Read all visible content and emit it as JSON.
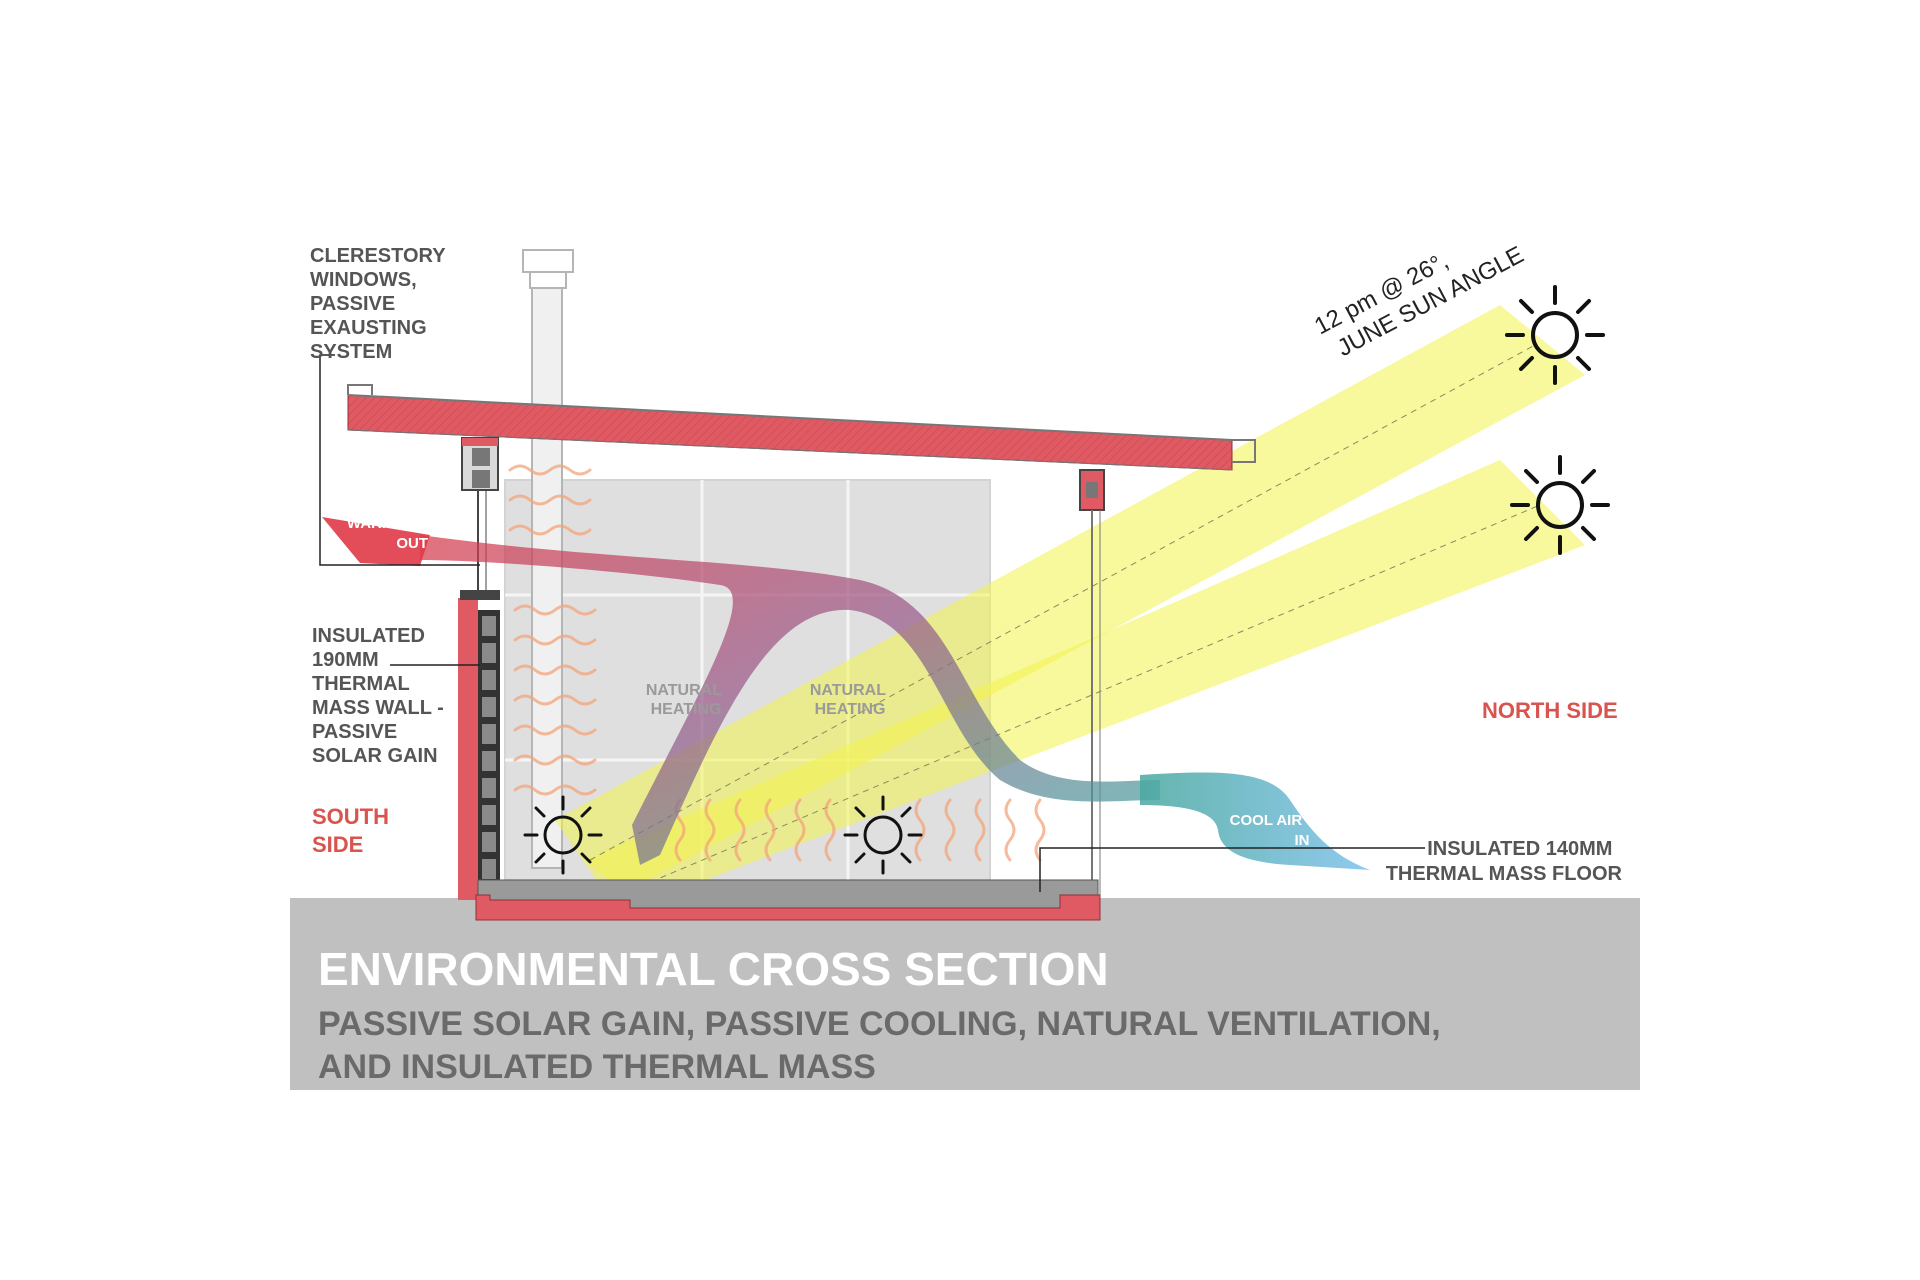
{
  "title": "ENVIRONMENTAL CROSS SECTION",
  "subtitle_line1": "PASSIVE  SOLAR GAIN, PASSIVE COOLING, NATURAL VENTILATION,",
  "subtitle_line2": "AND INSULATED THERMAL MASS",
  "labels": {
    "clerestory": [
      "CLERESTORY",
      "WINDOWS,",
      "PASSIVE",
      "EXAUSTING",
      "SYSTEM"
    ],
    "wall": [
      "INSULATED",
      "190MM",
      "THERMAL",
      "MASS WALL -",
      "PASSIVE",
      "SOLAR GAIN"
    ],
    "south": [
      "SOUTH",
      "SIDE"
    ],
    "north": "NORTH SIDE",
    "floor": [
      "INSULATED 140MM",
      "THERMAL MASS FLOOR"
    ],
    "warm_air": [
      "WARM AIR",
      "OUT"
    ],
    "cool_air": [
      "COOL AIR",
      "IN"
    ],
    "natural_heating_1": [
      "NATURAL",
      "HEATING"
    ],
    "natural_heating_2": [
      "NATURAL",
      "HEATING"
    ],
    "sun_angle": [
      "12 pm @ 26°,",
      "JUNE SUN ANGLE"
    ]
  },
  "colors": {
    "roof": "#e05a63",
    "sunlight": "#f2f24a",
    "ground": "#c0c0c0",
    "warm_air": "#e03a48",
    "cool_air": "#6fb8e6",
    "label_red": "#d9534f",
    "label_dark": "#555555"
  }
}
